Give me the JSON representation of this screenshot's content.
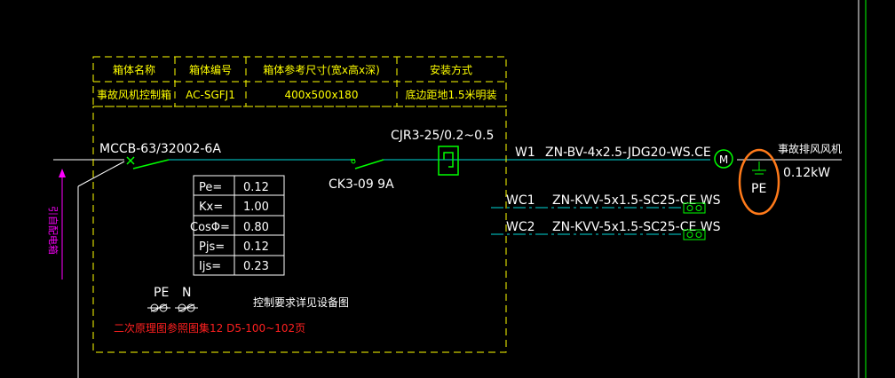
{
  "colors": {
    "background": "#000000",
    "white": "#ffffff",
    "yellow": "#ffff00",
    "cyan": "#00d8d8",
    "green": "#00ff00",
    "magenta": "#ff00ff",
    "red": "#ff2020",
    "orange": "#ff7a1a"
  },
  "header_table": {
    "headers": [
      "箱体名称",
      "箱体编号",
      "箱体参考尺寸(宽x高x深)",
      "安装方式"
    ],
    "values": [
      "事故风机控制箱",
      "AC-SGFJ1",
      "400x500x180",
      "底边距地1.5米明装"
    ]
  },
  "main_breaker_label": "MCCB-63/32002-6A",
  "contactor_label": "CJR3-25/0.2~0.5",
  "aux_contactor_label": "CK3-09  9A",
  "incoming_label": "引自配电箱",
  "calc_table": [
    {
      "key": "Pe=",
      "value": "0.12"
    },
    {
      "key": "Kx=",
      "value": "1.00"
    },
    {
      "key": "CosΦ=",
      "value": "0.80"
    },
    {
      "key": "Pjs=",
      "value": "0.12"
    },
    {
      "key": "Ijs=",
      "value": "0.23"
    }
  ],
  "terminals": {
    "pe": "PE",
    "n": "N"
  },
  "control_note": "控制要求详见设备图",
  "secondary_note": "二次原理图参照图集12 D5-100~102页",
  "circuits": [
    {
      "id": "W1",
      "cable": "ZN-BV-4x2.5-JDG20-WS.CE"
    },
    {
      "id": "WC1",
      "cable": "ZN-KVV-5x1.5-SC25-CE WS"
    },
    {
      "id": "WC2",
      "cable": "ZN-KVV-5x1.5-SC25-CE WS"
    }
  ],
  "motor": {
    "symbol": "M",
    "name": "事故排风风机",
    "power": "0.12kW",
    "ground": "PE"
  }
}
